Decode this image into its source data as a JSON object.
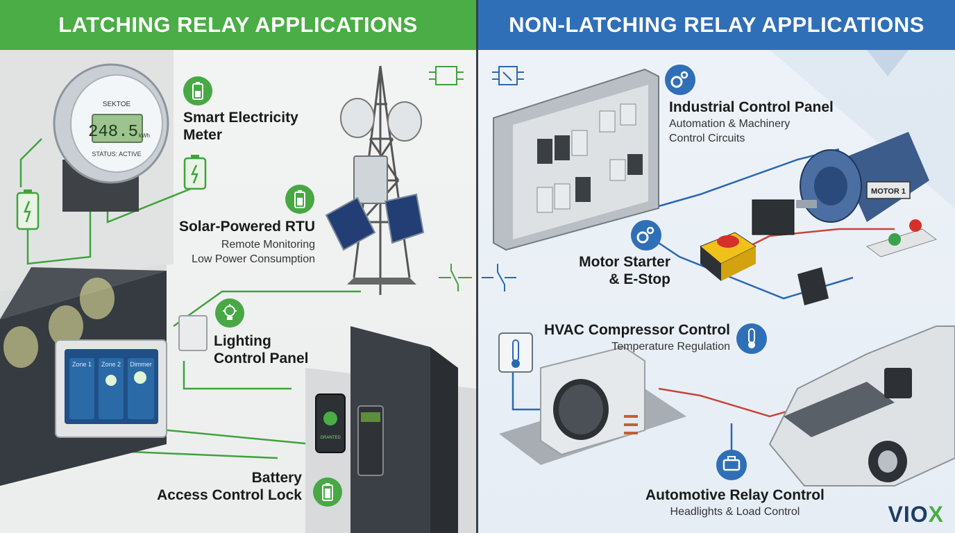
{
  "left": {
    "header": "LATCHING RELAY APPLICATIONS",
    "items": [
      {
        "title": "Smart Electricity Meter",
        "title_lines": [
          "Smart Electricity",
          "Meter"
        ],
        "icon": "battery-icon"
      },
      {
        "title": "Solar-Powered RTU",
        "sub1": "Remote Monitoring",
        "sub2": "Low Power Consumption",
        "icon": "battery-icon"
      },
      {
        "title_lines": [
          "Lighting",
          "Control Panel"
        ],
        "icon": "lightbulb-icon"
      },
      {
        "title_lines": [
          "Battery",
          "Access Control Lock"
        ],
        "icon": "battery-icon"
      }
    ],
    "meter": {
      "reading": "248.5",
      "unit": "kWh",
      "brand": "SEKTOE",
      "status": "STATUS: ACTIVE"
    },
    "dimmer": {
      "zones": [
        "Zone 1",
        "Zone 2",
        "Dimmer"
      ]
    },
    "lock_screen": "GRANTED"
  },
  "right": {
    "header": "NON-LATCHING RELAY APPLICATIONS",
    "items": [
      {
        "title": "Industrial Control Panel",
        "sub1": "Automation & Machinery",
        "sub2": "Control Circuits",
        "icon": "gears-icon"
      },
      {
        "title_lines": [
          "Motor Starter",
          "& E-Stop"
        ],
        "icon": "gears-icon"
      },
      {
        "title": "HVAC Compressor Control",
        "sub1": "Temperature Regulation",
        "icon": "thermometer-icon"
      },
      {
        "title": "Automotive Relay Control",
        "sub1": "Headlights & Load Control",
        "icon": "engine-icon"
      }
    ],
    "motor_label": "MOTOR 1"
  },
  "brand": {
    "text_a": "VIO",
    "text_b": "X"
  },
  "colors": {
    "green": "#4aad45",
    "blue": "#2f6fb7",
    "wire_green": "#3fa33b",
    "wire_blue": "#2a68b0",
    "wire_red": "#c8443a"
  }
}
